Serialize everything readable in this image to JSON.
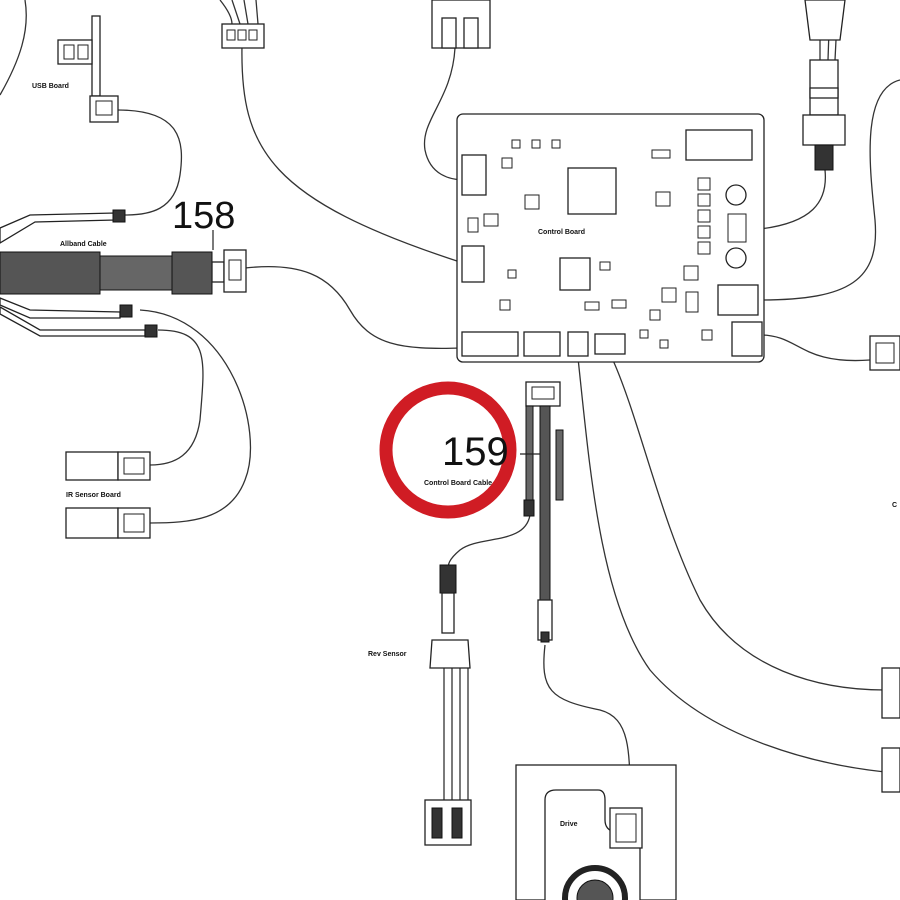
{
  "callouts": {
    "c158": "158",
    "c159": "159"
  },
  "labels": {
    "usb_board": "USB Board",
    "allband_cable": "Allband Cable",
    "control_board": "Control Board",
    "control_board_cable": "Control Board Cable",
    "ir_sensor_board": "IR Sensor Board",
    "rev_sensor": "Rev Sensor",
    "drive": "Drive",
    "edge_mark": "C"
  },
  "colors": {
    "highlight_ring": "#d01c24",
    "line": "#333333"
  }
}
